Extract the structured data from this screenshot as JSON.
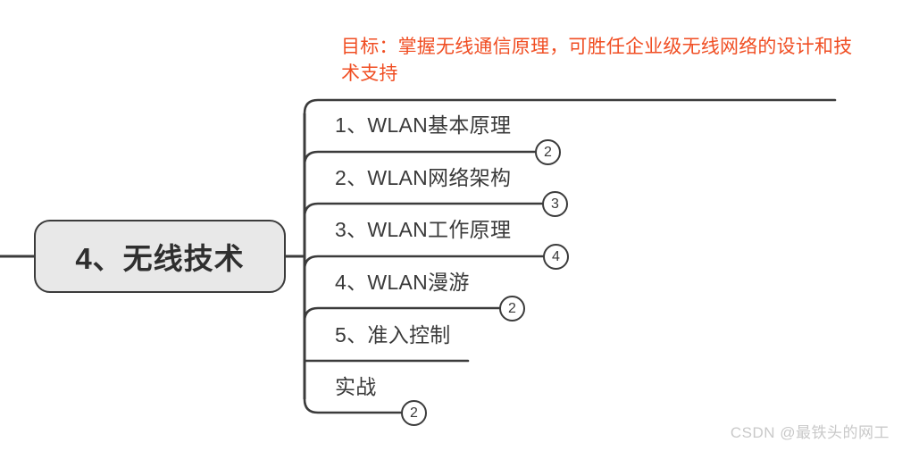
{
  "diagram": {
    "type": "mindmap",
    "goal": "目标：掌握无线通信原理，可胜任企业级无线网络的设计和技术支持",
    "root": {
      "label": "4、无线技术"
    },
    "branches": [
      {
        "label": "1、WLAN基本原理",
        "badge": "2"
      },
      {
        "label": "2、WLAN网络架构",
        "badge": "3"
      },
      {
        "label": "3、WLAN工作原理",
        "badge": "4"
      },
      {
        "label": "4、WLAN漫游",
        "badge": "2"
      },
      {
        "label": "5、准入控制",
        "badge": ""
      },
      {
        "label": "实战",
        "badge": "2"
      }
    ]
  },
  "watermark": "CSDN @最铁头的网工",
  "colors": {
    "goal_orange": "#f04e23",
    "line": "#3b3b3b",
    "node_fill": "#e8e8e8",
    "text": "#3a3a3a",
    "watermark": "#c9c9c9"
  }
}
